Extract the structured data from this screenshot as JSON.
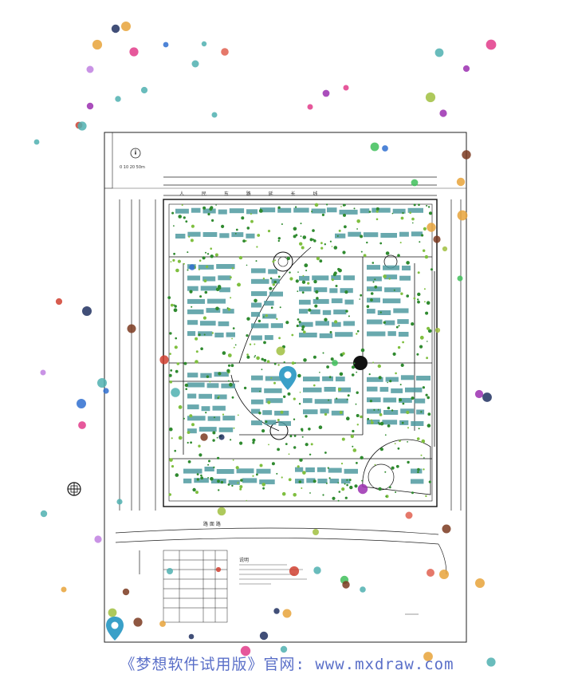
{
  "app": {
    "watermark": "《梦想软件试用版》官网: www.mxdraw.com"
  },
  "drawing": {
    "scale_label": "0  10  20      50m",
    "road_top": "人  民  东  路  延  长  线",
    "road_bottom": "路        面        路",
    "legend_title": "说明",
    "colors": {
      "building": "#4f9aa0",
      "tree": "#2f8a2f",
      "line": "#111111",
      "accent_pink": "#e23b8a"
    }
  },
  "icons": {
    "map_marker": "map-pin-icon",
    "compass": "north-arrow-icon",
    "crosshair": "crosshair-icon"
  }
}
